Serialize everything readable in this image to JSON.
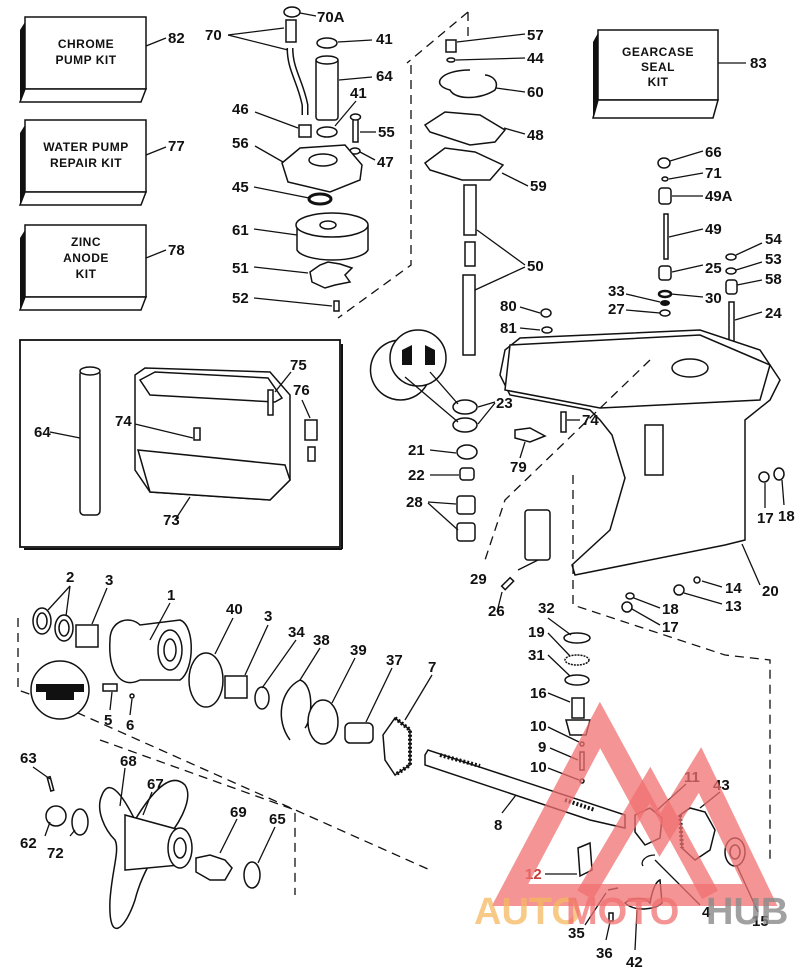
{
  "diagram": {
    "title": "Outboard gearcase exploded parts diagram",
    "kits": [
      {
        "id": "82",
        "lines": [
          "CHROME",
          "PUMP KIT"
        ]
      },
      {
        "id": "77",
        "lines": [
          "WATER PUMP",
          "REPAIR KIT"
        ]
      },
      {
        "id": "78",
        "lines": [
          "ZINC",
          "ANODE",
          "KIT"
        ]
      },
      {
        "id": "83",
        "lines": [
          "GEARCASE",
          "SEAL",
          "KIT"
        ]
      }
    ],
    "callouts": {
      "p70A": "70A",
      "p70": "70",
      "p41a": "41",
      "p64": "64",
      "p41b": "41",
      "p46": "46",
      "p55": "55",
      "p56": "56",
      "p47": "47",
      "p45": "45",
      "p61": "61",
      "p51": "51",
      "p52": "52",
      "p57": "57",
      "p44": "44",
      "p60": "60",
      "p48": "48",
      "p59": "59",
      "p50": "50",
      "p66": "66",
      "p71": "71",
      "p49A": "49A",
      "p49": "49",
      "p54": "54",
      "p53": "53",
      "p25": "25",
      "p58": "58",
      "p33": "33",
      "p30": "30",
      "p27": "27",
      "p24": "24",
      "p80": "80",
      "p81": "81",
      "p64b": "64",
      "p75": "75",
      "p76": "76",
      "p74a": "74",
      "p73": "73",
      "p23": "23",
      "p74b": "74",
      "p21": "21",
      "p79": "79",
      "p22": "22",
      "p28": "28",
      "p17a": "17",
      "p18a": "18",
      "p29": "29",
      "p20": "20",
      "p14": "14",
      "p26": "26",
      "p13": "13",
      "p18b": "18",
      "p17b": "17",
      "p32": "32",
      "p19": "19",
      "p31": "31",
      "p2": "2",
      "p3a": "3",
      "p1": "1",
      "p40": "40",
      "p3b": "3",
      "p34": "34",
      "p38": "38",
      "p39": "39",
      "p37": "37",
      "p7": "7",
      "p5": "5",
      "p6": "6",
      "p16": "16",
      "p10a": "10",
      "p9": "9",
      "p10b": "10",
      "p63": "63",
      "p68": "68",
      "p67": "67",
      "p69": "69",
      "p65": "65",
      "p62": "62",
      "p72": "72",
      "p8": "8",
      "p11": "11",
      "p43": "43",
      "p12": "12",
      "p4": "4",
      "p15": "15",
      "p35": "35",
      "p36": "36",
      "p42": "42"
    }
  },
  "watermark": {
    "part1": "AUTO",
    "part2": "MOTO",
    "part3": "HUB",
    "colors": {
      "auto": "#f5b860",
      "moto": "#f07070",
      "hub": "#8a8a8a"
    }
  }
}
